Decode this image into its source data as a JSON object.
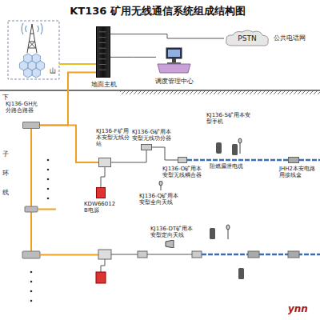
{
  "diagram": {
    "title": "KT136 矿用无线通信系统组成结构图",
    "nodes": [
      {
        "text": [
          "PSTN",
          "公共电话网"
        ]
      },
      {
        "text": [
          "地面主机"
        ]
      },
      {
        "text": [
          "调度管理中心"
        ]
      },
      {
        "text": [
          "KJ136-GH光分路合路器"
        ]
      },
      {
        "text": [
          "KJ136-F矿用本安型无线分站"
        ]
      },
      {
        "text": [
          "KDW66012 B电源"
        ]
      },
      {
        "text": [
          "KJ136-G矿用本安型无线功分器"
        ]
      },
      {
        "text": [
          "KJ136-O矿用本安型无线耦合器"
        ]
      },
      {
        "text": [
          "KJ136-S矿用本安型手机"
        ]
      },
      {
        "text": [
          "JHH2本安电路用接线盒"
        ]
      },
      {
        "text": [
          "KJ136-Q矿用本安型全向天线"
        ]
      },
      {
        "text": [
          "KJ136-DT矿用本安型定向天线"
        ]
      }
    ],
    "edges": [
      {
        "from": 1,
        "to": 0,
        "arrow": "none"
      },
      {
        "from": 1,
        "to": 2,
        "arrow": "none"
      },
      {
        "from": 1,
        "to": 3,
        "arrow": "none"
      },
      {
        "from": 3,
        "to": 4,
        "arrow": "none"
      },
      {
        "from": 4,
        "to": 5,
        "arrow": "none"
      },
      {
        "from": 4,
        "to": 6,
        "arrow": "none"
      },
      {
        "from": 6,
        "to": 7,
        "arrow": "none"
      },
      {
        "from": 7,
        "to": 9,
        "arrow": "none"
      }
    ],
    "labels": [
      "山",
      "下",
      "子",
      "环",
      "线",
      "阻燃漏泄电缆",
      "ynn"
    ]
  }
}
